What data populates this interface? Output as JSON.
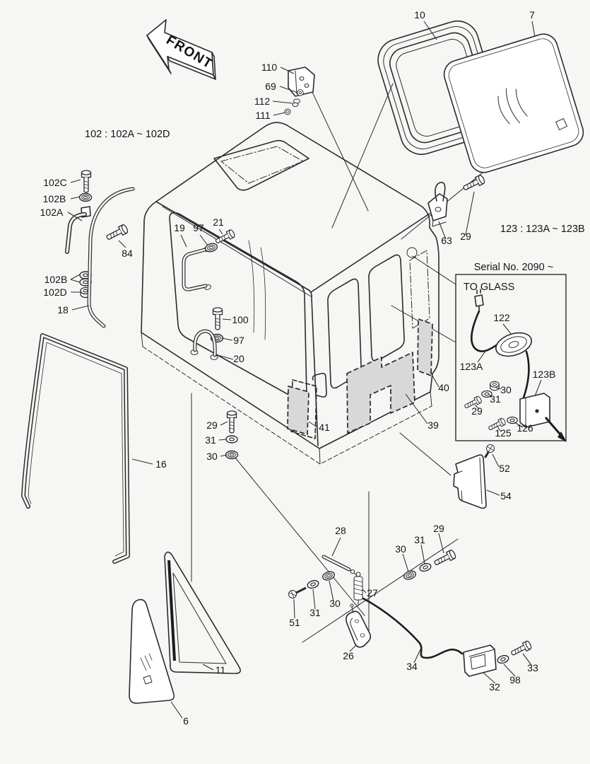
{
  "page": {
    "background": "#f6f6f4",
    "ink": "#2b2b2b",
    "panel_fill": "#d8d8d8"
  },
  "annotations": {
    "front_arrow": "FRONT",
    "group_102": "102 : 102A ~ 102D",
    "group_123": "123 : 123A ~ 123B",
    "serial_title": "Serial No. 2090 ~",
    "to_glass": "TO GLASS"
  },
  "parts": {
    "seal_10": "10",
    "glass_7": "7",
    "bracket_110": "110",
    "screw_69": "69",
    "washer_112": "112",
    "nut_111": "111",
    "bolt_102c": "102C",
    "washer_102b_top": "102B",
    "tube_102a": "102A",
    "bolt_84": "84",
    "washer_102b_bottom": "102B",
    "nut_102d": "102D",
    "trim_18": "18",
    "handle_19": "19",
    "washer_97_top": "97",
    "bolt_21": "21",
    "striker_63": "63",
    "bolt_29_striker": "29",
    "reel_122": "122",
    "cable_123a": "123A",
    "nut_30_box": "30",
    "washer_31_box": "31",
    "bolt_29_box": "29",
    "bolt_125": "125",
    "washer_126": "126",
    "device_123b": "123B",
    "bolt_100": "100",
    "washer_97_mid": "97",
    "bracket_20": "20",
    "bolt_29_left": "29",
    "washer_31_left": "31",
    "washer_30_left": "30",
    "panel_41": "41",
    "panel_39": "39",
    "panel_40": "40",
    "screw_52": "52",
    "cover_54": "54",
    "seal_16": "16",
    "seal_11": "11",
    "glass_6": "6",
    "rod_28": "28",
    "washer_30_rod": "30",
    "washer_31_rod": "31",
    "screw_51": "51",
    "spring_27": "27",
    "lever_26": "26",
    "washer_30_r": "30",
    "washer_31_r": "31",
    "bolt_29_r": "29",
    "cable_34": "34",
    "latch_32": "32",
    "washer_98": "98",
    "bolt_33": "33"
  }
}
